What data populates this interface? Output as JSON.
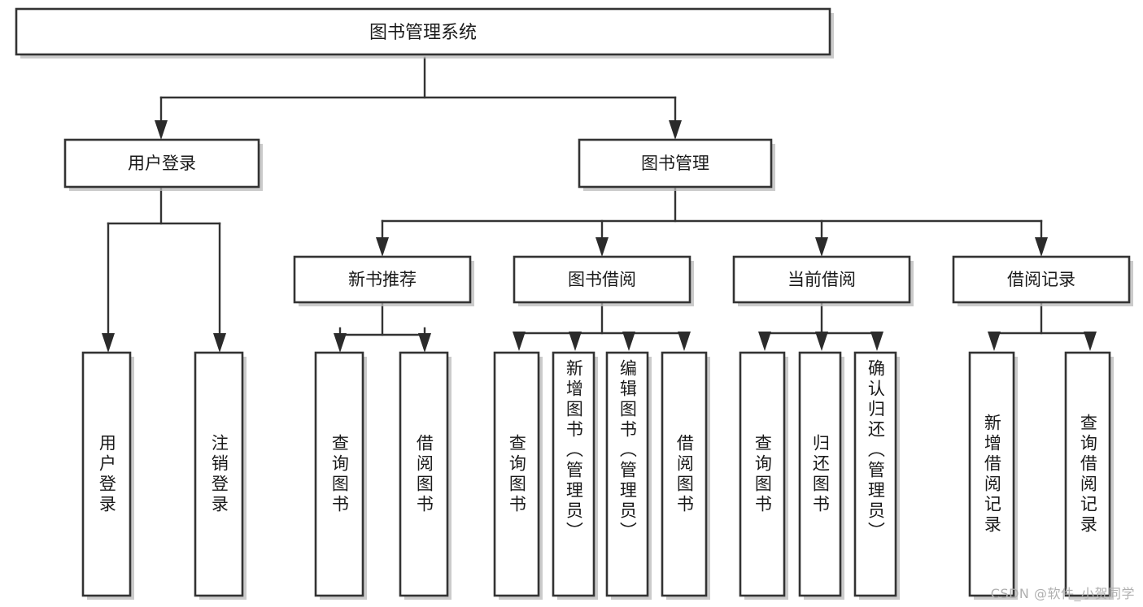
{
  "diagram": {
    "type": "hierarchy-tree",
    "title": "图书管理系统",
    "watermark": "CSDN @软件_小贺同学",
    "colors": {
      "box_stroke": "#333333",
      "box_fill": "#ffffff",
      "text": "#1a1a1a",
      "shadow": "#b9b9b9",
      "watermark": "#b0b0b0"
    },
    "level1": {
      "label": "图书管理系统"
    },
    "level2": [
      {
        "label": "用户登录"
      },
      {
        "label": "图书管理"
      }
    ],
    "level3": [
      {
        "label": "新书推荐"
      },
      {
        "label": "图书借阅"
      },
      {
        "label": "当前借阅"
      },
      {
        "label": "借阅记录"
      }
    ],
    "leaves": {
      "user_login": [
        {
          "label": "用户登录"
        },
        {
          "label": "注销登录"
        }
      ],
      "new_book_recommend": [
        {
          "label": "查询图书"
        },
        {
          "label": "借阅图书"
        }
      ],
      "book_borrow": [
        {
          "label": "查询图书"
        },
        {
          "label": "新增图书（管理员）"
        },
        {
          "label": "编辑图书（管理员）"
        },
        {
          "label": "借阅图书"
        }
      ],
      "current_borrow": [
        {
          "label": "查询图书"
        },
        {
          "label": "归还图书"
        },
        {
          "label": "确认归还（管理员）"
        }
      ],
      "borrow_record": [
        {
          "label": "新增借阅记录"
        },
        {
          "label": "查询借阅记录"
        }
      ]
    }
  }
}
